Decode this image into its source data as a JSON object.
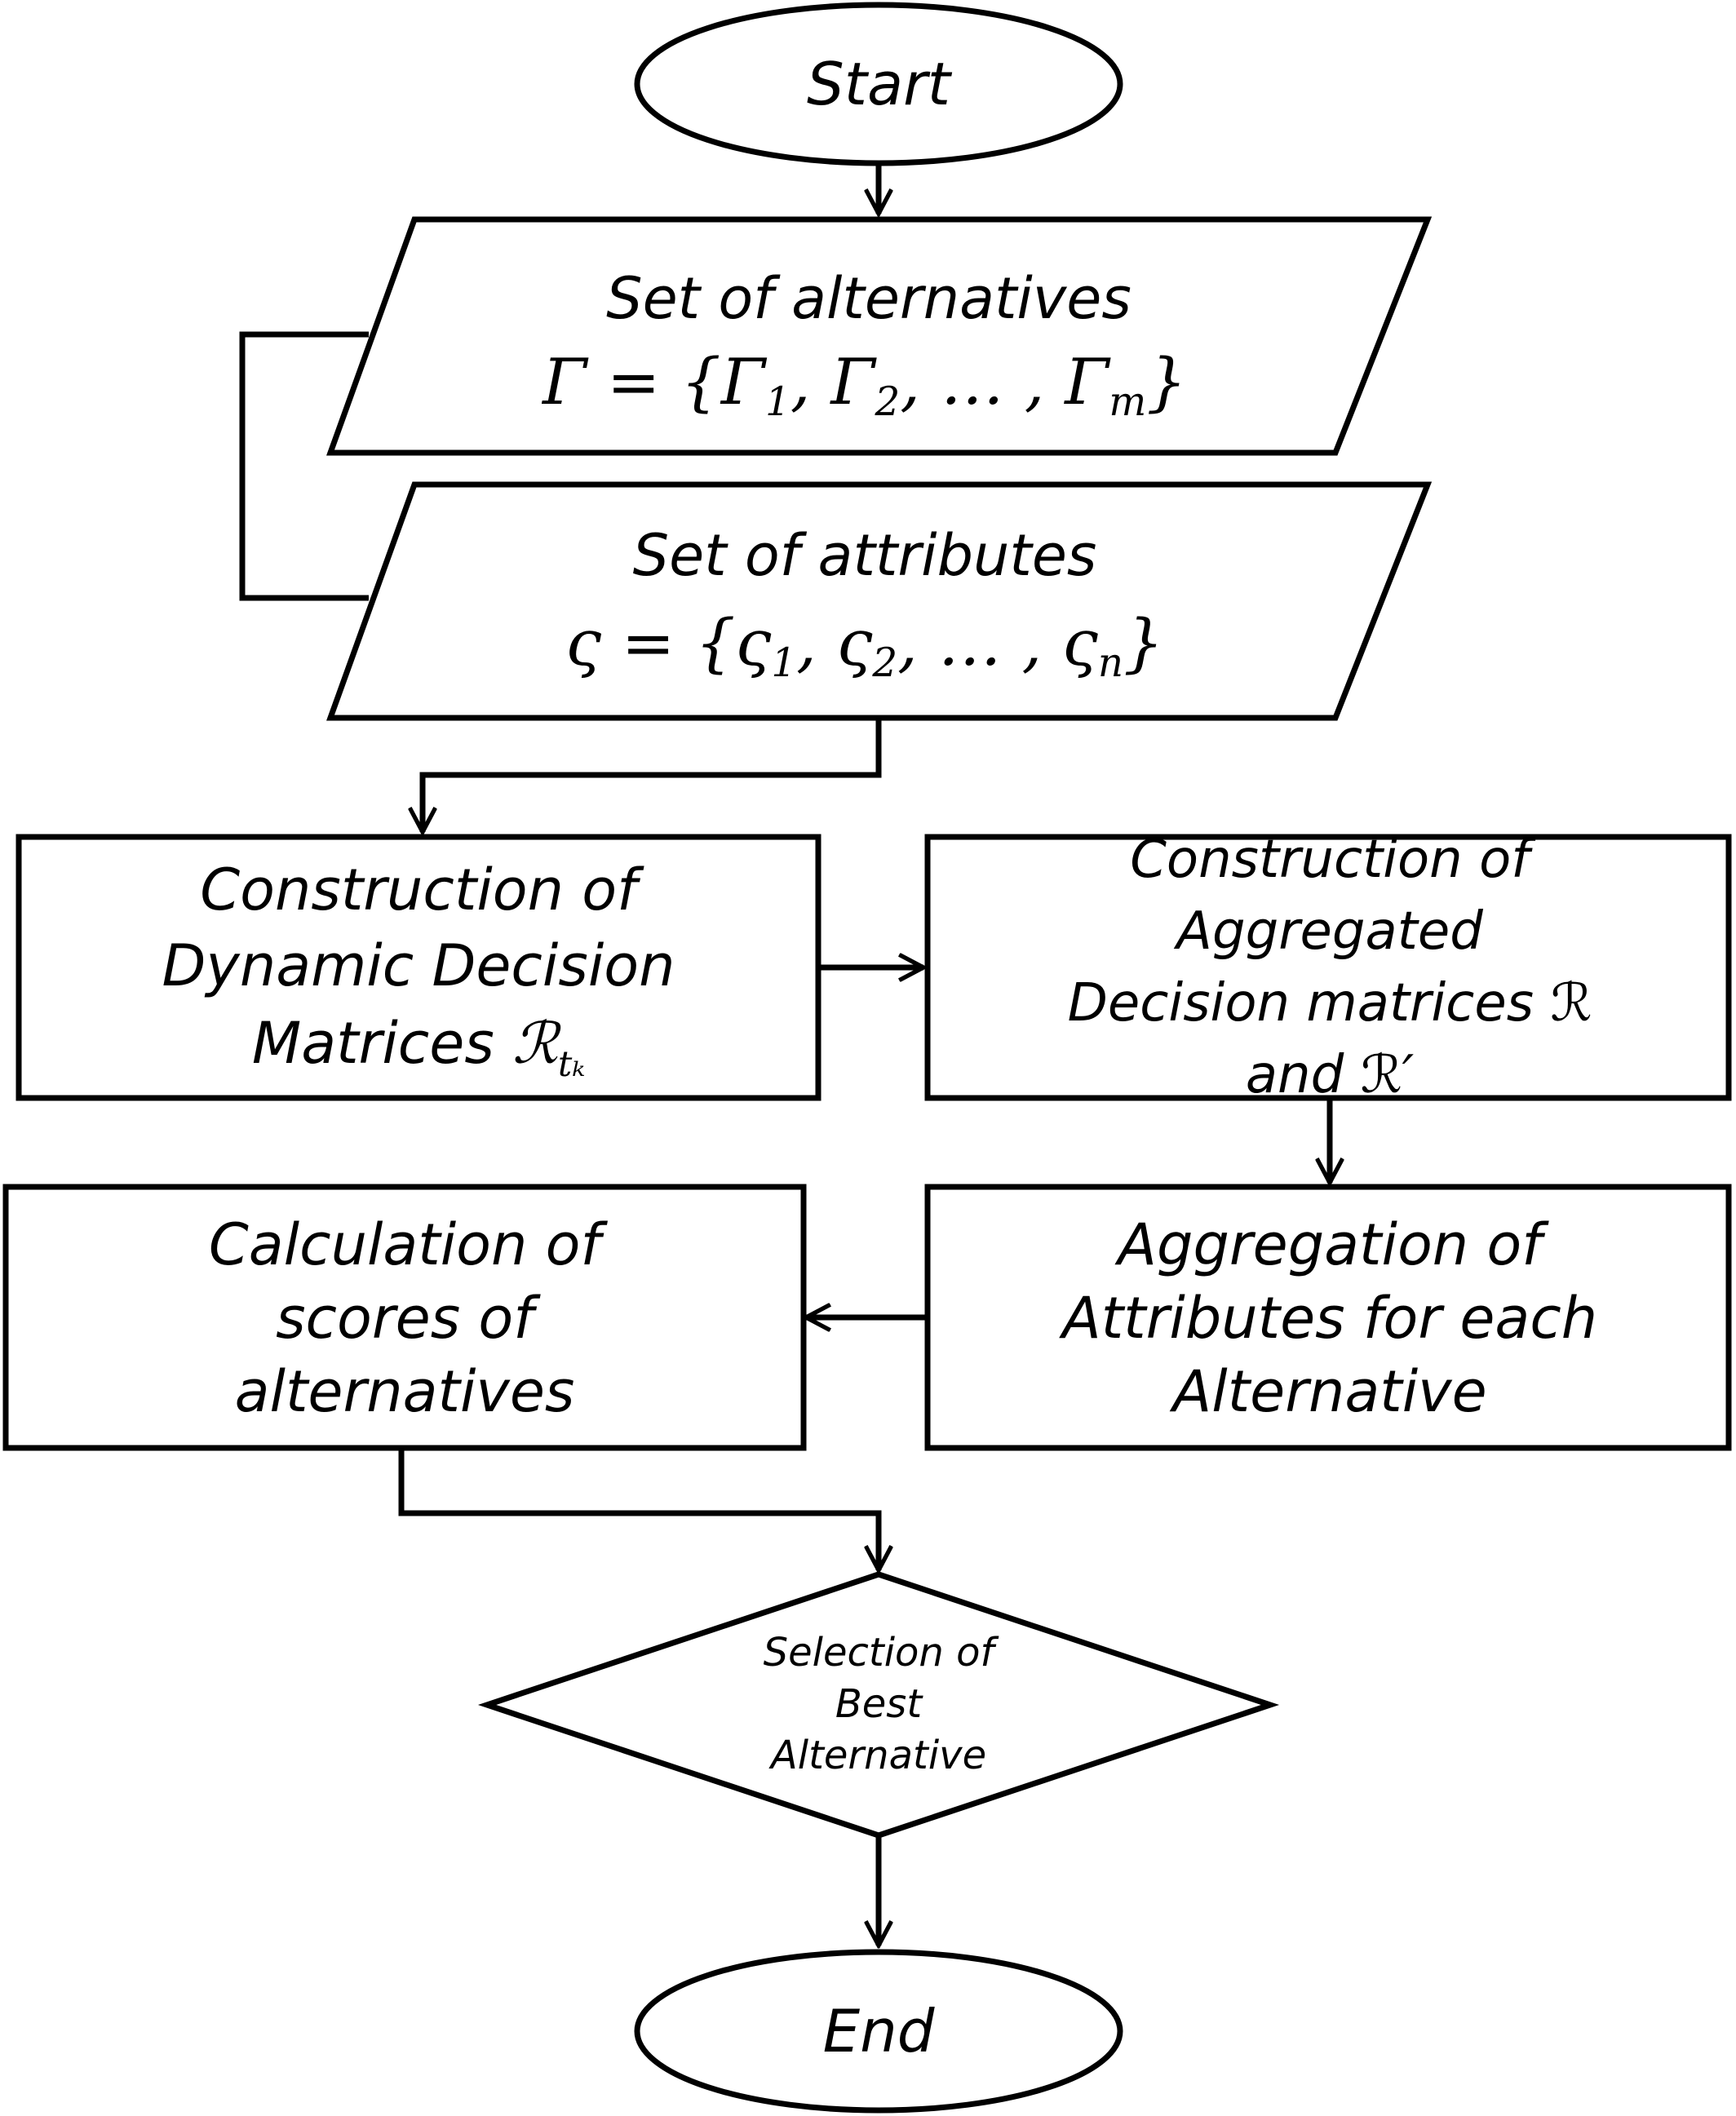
{
  "nodes": {
    "start": {
      "label": "Start"
    },
    "alternatives": {
      "title": "Set of alternatives",
      "math": {
        "sym": "Γ",
        "eq": " = {",
        "e1": "Γ",
        "s1": "1",
        "sep1": ", ",
        "e2": "Γ",
        "s2": "2",
        "sep2": ", … , ",
        "e3": "Γ",
        "s3": "m",
        "close": "}"
      }
    },
    "attributes": {
      "title": "Set of attributes",
      "math": {
        "sym": "ς",
        "eq": " = {",
        "e1": "ς",
        "s1": "1",
        "sep1": ", ",
        "e2": "ς",
        "s2": "2",
        "sep2": ", … , ",
        "e3": "ς",
        "s3": "n",
        "close": "}"
      }
    },
    "dynamic": {
      "line1": "Construction of",
      "line2": "Dynamic Decision",
      "line3": "Matrices ",
      "math_sym": "ℛ",
      "math_sub": "tₖ"
    },
    "aggregated": {
      "line1": "Construction of",
      "line2": "Aggregated",
      "line3": "Decision matrices ℛ",
      "line4": "and ℛ′"
    },
    "aggregation": {
      "line1": "Aggregation of",
      "line2": "Attributes for each",
      "line3": "Alternative"
    },
    "scores": {
      "line1": "Calculation of",
      "line2": "scores of",
      "line3": "alternatives"
    },
    "selection": {
      "line1": "Selection of",
      "line2": "Best",
      "line3": "Alternative"
    },
    "end": {
      "label": "End"
    }
  }
}
